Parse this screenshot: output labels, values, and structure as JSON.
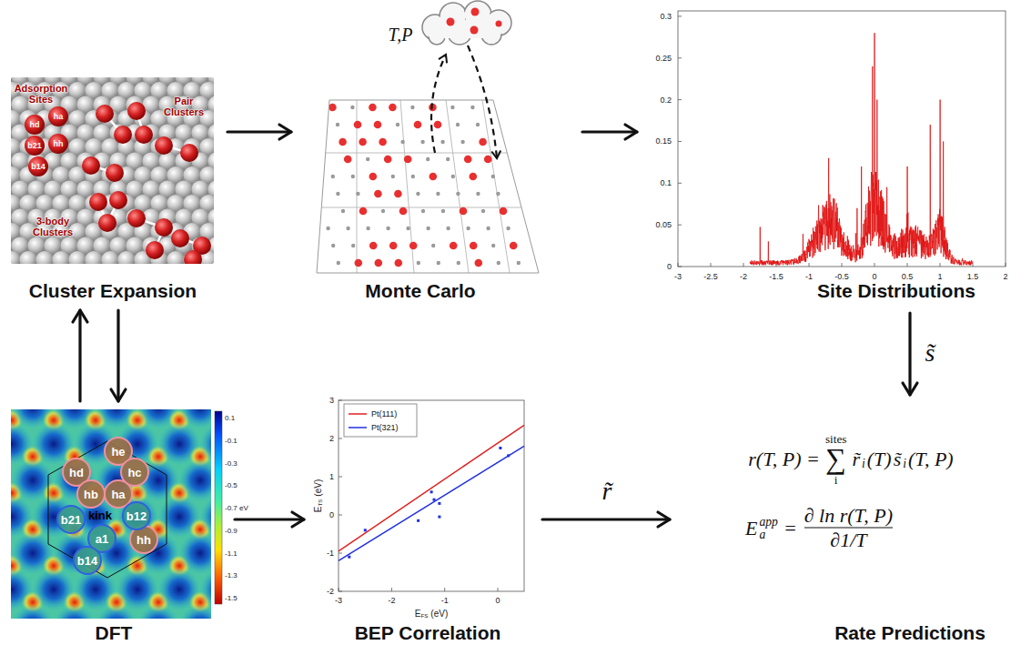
{
  "diagram": {
    "nodes": [
      {
        "text": [
          "Cluster Expansion"
        ]
      },
      {
        "text": [
          "Monte Carlo"
        ]
      },
      {
        "text": [
          "Site Distributions"
        ]
      },
      {
        "text": [
          "DFT"
        ]
      },
      {
        "text": [
          "BEP Correlation"
        ]
      },
      {
        "text": [
          "Rate Predictions"
        ]
      }
    ],
    "edges": [
      {
        "from": 0,
        "to": 1,
        "arrow": "to"
      },
      {
        "from": 1,
        "to": 2,
        "arrow": "to"
      },
      {
        "from": 2,
        "to": 5,
        "arrow": "to",
        "label": "s̃"
      },
      {
        "from": 3,
        "to": 0,
        "arrow": "to"
      },
      {
        "from": 0,
        "to": 3,
        "arrow": "to"
      },
      {
        "from": 3,
        "to": 4,
        "arrow": "to"
      },
      {
        "from": 4,
        "to": 5,
        "arrow": "to",
        "label": "r̃"
      }
    ],
    "labels": [
      "Adsorption Sites",
      "Pair Clusters",
      "3-body Clusters",
      "hd",
      "ha",
      "b21",
      "hh",
      "b14",
      "T,P",
      "0.3",
      "0.25",
      "0.2",
      "0.15",
      "0.1",
      "0.05",
      "0",
      "-3",
      "-2.5",
      "-2",
      "-1.5",
      "-1",
      "-0.5",
      "0",
      "0.5",
      "1",
      "1.5",
      "2",
      "he",
      "hd",
      "hc",
      "hb",
      "ha",
      "kink",
      "b21",
      "b12",
      "a1",
      "hh",
      "b14",
      "0.1",
      "-0.1",
      "-0.3",
      "-0.5",
      "-0.7 eV",
      "-0.9",
      "-1.1",
      "-1.3",
      "-1.5",
      "3",
      "2",
      "1",
      "0",
      "-1",
      "-2",
      "-3",
      "-2",
      "-1",
      "0",
      "E",
      "TS",
      "(eV)",
      "E",
      "FS",
      "(eV)",
      "r(T, P) =",
      "sites",
      "∑",
      "i",
      "r̃",
      "i",
      "(T)",
      "s̃",
      "i",
      "(T, P)",
      "E",
      "app",
      "a",
      "=",
      "∂ ln r(T, P)",
      "∂1/T"
    ],
    "legend": [
      {
        "text": "Pt(111)"
      },
      {
        "text": "Pt(321)"
      }
    ]
  }
}
